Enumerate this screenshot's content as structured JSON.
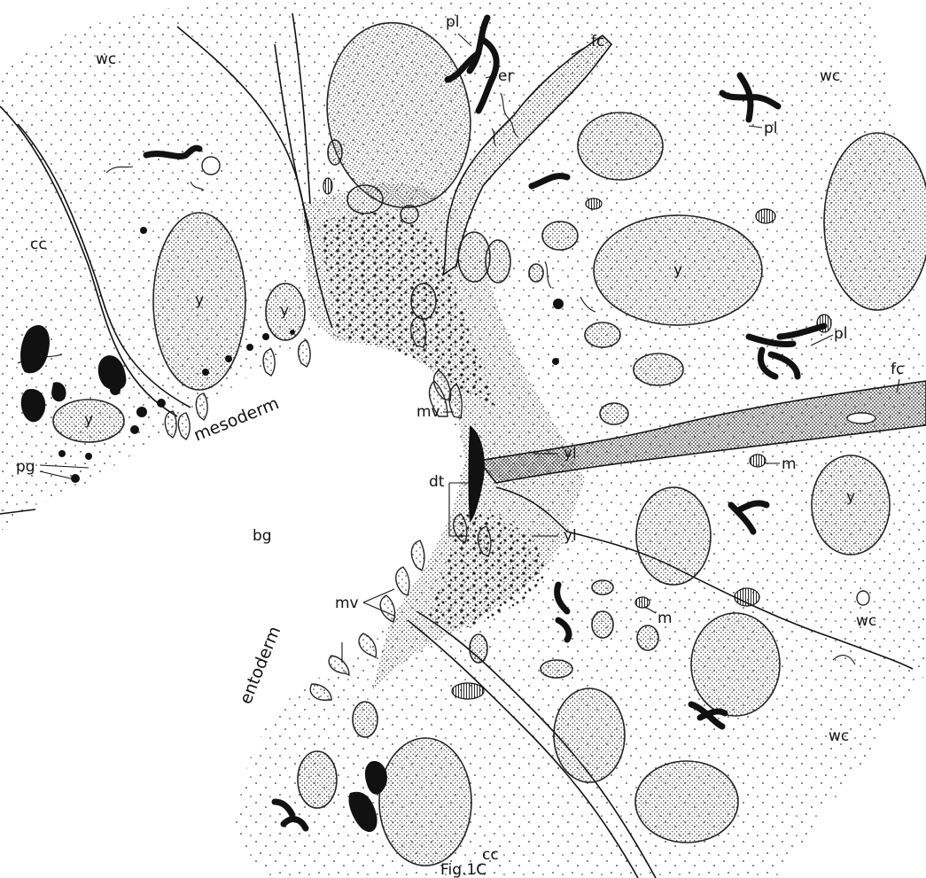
{
  "figure": {
    "caption": "Fig.1C",
    "labels": {
      "wc_top_left": "wc",
      "wc_top_right": "wc",
      "wc_mid_right": "wc",
      "wc_bottom_right": "wc",
      "cc_left": "cc",
      "cc_bottom": "cc",
      "pl_top": "pl",
      "pl_right_upper": "pl",
      "pl_right_mid": "pl",
      "er": "er",
      "fc_top": "fc",
      "fc_right": "fc",
      "y_left_large": "y",
      "y_left_small": "y",
      "y_left_lower": "y",
      "y_center": "y",
      "y_right": "y",
      "mv_upper": "mv",
      "mv_lower": "mv",
      "yl_upper": "yl",
      "yl_lower": "yl",
      "dt": "dt",
      "m_upper": "m",
      "m_lower": "m",
      "pg": "pg",
      "bg": "bg",
      "mesoderm": "mesoderm",
      "entoderm": "entoderm"
    }
  }
}
